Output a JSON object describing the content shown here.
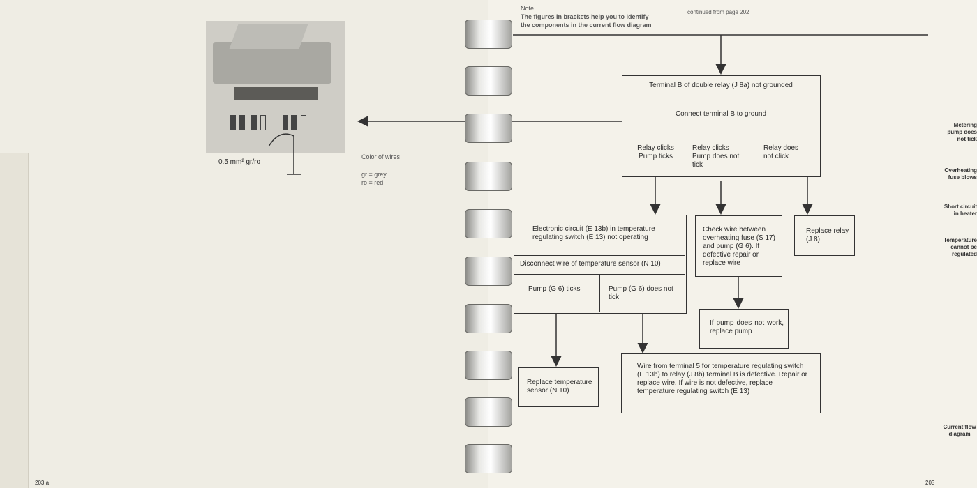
{
  "left_page": {
    "photo_wire_label": "0.5 mm² gr/ro",
    "wire_color_title": "Color of wires",
    "wire_colors": [
      {
        "code": "gr =",
        "name": "grey"
      },
      {
        "code": "ro =",
        "name": "red"
      }
    ],
    "page_number": "203 a"
  },
  "right_page": {
    "note_title": "Note",
    "note_text_1": "The figures in brackets help you to identify",
    "note_text_2": "the components in the current flow diagram",
    "continued": "continued from page 202",
    "page_number": "203"
  },
  "flowchart": {
    "top_box": "Terminal B of double relay (J 8a) not grounded",
    "connect_box": "Connect terminal B to ground",
    "branch_1": "Relay clicks\nPump ticks",
    "branch_2": "Relay clicks\nPump does not tick",
    "branch_3": "Relay does\nnot click",
    "electronic_box": "Electronic circuit (E 13b) in temperature regulating switch (E 13) not operating",
    "disconnect_box": "Disconnect wire of temperature sensor (N 10)",
    "pump_ticks": "Pump (G 6) ticks",
    "pump_not_tick": "Pump (G 6) does not tick",
    "check_wire": "Check wire between overheating fuse (S 17) and pump (G 6). If defective repair or replace wire",
    "replace_relay": "Replace relay (J 8)",
    "if_pump": "If pump does not work, replace pump",
    "replace_sensor": "Replace temperature sensor (N 10)",
    "wire_terminal": "Wire from terminal 5 for temperature regulating switch (E 13b) to relay (J 8b) terminal B is defective. Repair or replace wire. If wire is not defective, replace temperature regulating switch (E 13)"
  },
  "side_tabs": [
    "Metering pump does not tick",
    "Overheating fuse blows",
    "Short circuit in heater",
    "Temperature cannot be regulated",
    "Current flow diagram"
  ]
}
